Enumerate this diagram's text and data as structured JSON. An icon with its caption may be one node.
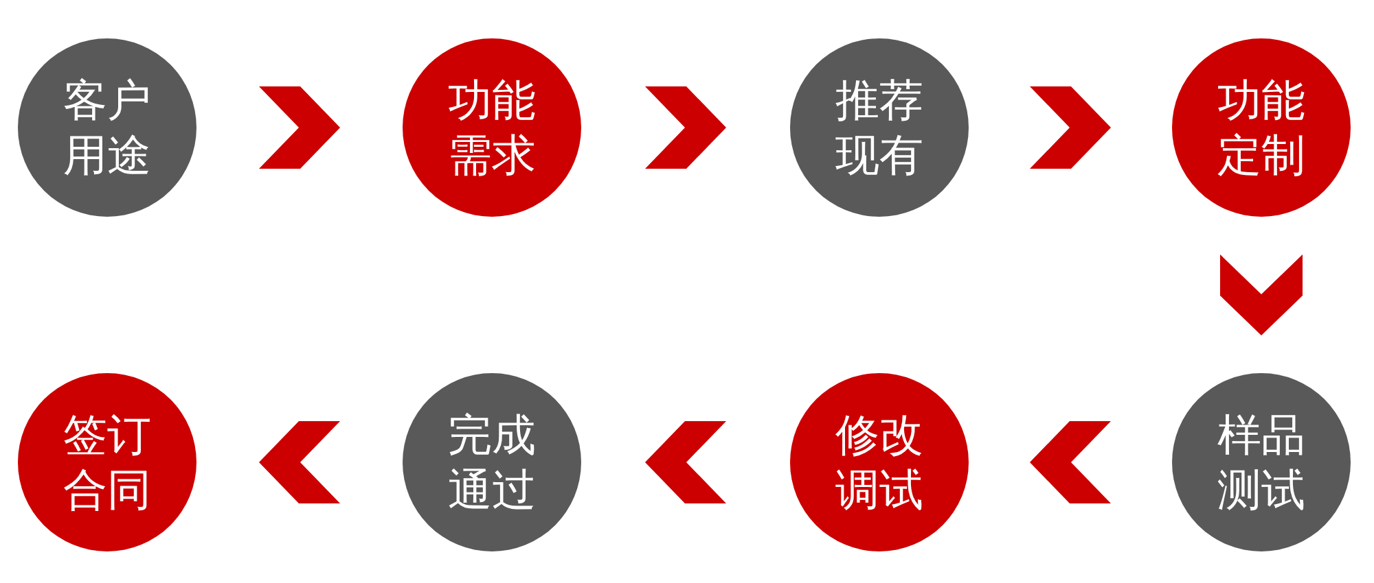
{
  "diagram": {
    "nodes": [
      {
        "text": [
          "客户用途"
        ]
      },
      {
        "text": [
          "功能需求"
        ]
      },
      {
        "text": [
          "推荐现有"
        ]
      },
      {
        "text": [
          "功能定制"
        ]
      },
      {
        "text": [
          "样品测试"
        ]
      },
      {
        "text": [
          "修改调试"
        ]
      },
      {
        "text": [
          "完成通过"
        ]
      },
      {
        "text": [
          "签订合同"
        ]
      }
    ],
    "edges": [
      {
        "from": 0,
        "to": 1,
        "arrow": "to"
      },
      {
        "from": 1,
        "to": 2,
        "arrow": "to"
      },
      {
        "from": 2,
        "to": 3,
        "arrow": "to"
      },
      {
        "from": 3,
        "to": 4,
        "arrow": "to"
      },
      {
        "from": 4,
        "to": 5,
        "arrow": "to"
      },
      {
        "from": 5,
        "to": 6,
        "arrow": "to"
      },
      {
        "from": 6,
        "to": 7,
        "arrow": "to"
      }
    ]
  }
}
